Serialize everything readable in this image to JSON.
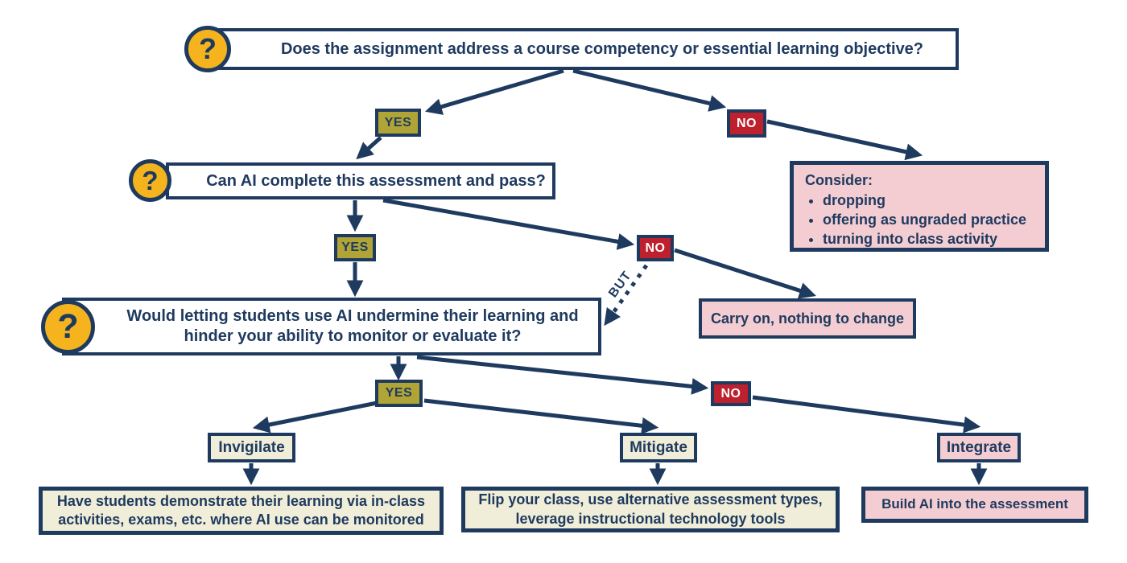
{
  "palette": {
    "navy": "#1e3a5f",
    "gold": "#f5b41e",
    "olive_yes": "#b0a437",
    "red_no": "#bf202e",
    "pink": "#f4cdd2",
    "cream": "#f0edd8",
    "white": "#ffffff"
  },
  "icons": {
    "question": "?"
  },
  "badges": {
    "yes": "YES",
    "no": "NO",
    "but": "BUT"
  },
  "questions": {
    "q1": "Does the assignment address a course competency or essential learning objective?",
    "q2": "Can AI complete this assessment and pass?",
    "q3": "Would letting students use AI undermine their learning and hinder your ability to monitor or evaluate it?"
  },
  "outcomes": {
    "consider": {
      "title": "Consider:",
      "bullets": [
        "dropping",
        "offering as ungraded practice",
        "turning into class activity"
      ]
    },
    "carry_on": "Carry on, nothing to change",
    "invigilate": {
      "label": "Invigilate",
      "description": "Have students demonstrate their learning via in-class activities, exams, etc. where AI use can be monitored"
    },
    "mitigate": {
      "label": "Mitigate",
      "description": "Flip your class, use alternative assessment types, leverage instructional technology tools"
    },
    "integrate": {
      "label": "Integrate",
      "description": "Build AI into the assessment"
    }
  }
}
